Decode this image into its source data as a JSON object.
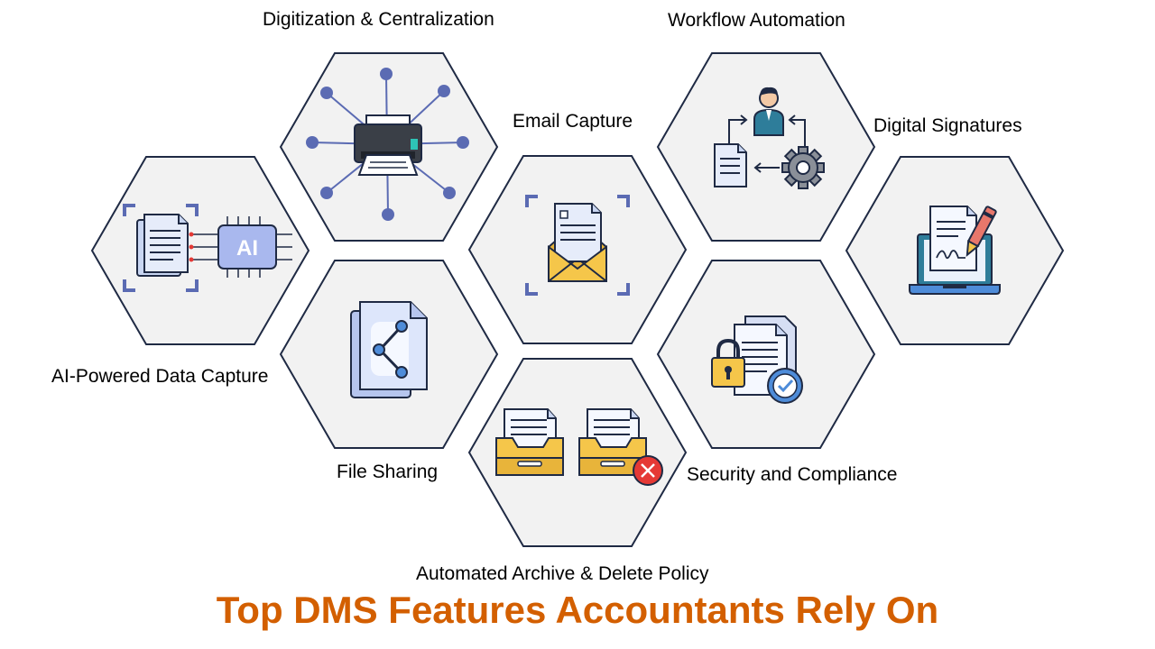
{
  "title": "Top DMS Features Accountants Rely On",
  "colors": {
    "title": "#D35F00",
    "hex_fill": "#F2F2F2",
    "hex_stroke": "#1F2A44",
    "icon_blue": "#5B6BB3",
    "icon_light_blue": "#C9D6F2",
    "icon_yellow": "#F5C64A",
    "icon_dark": "#3A3F47",
    "icon_red": "#E53935"
  },
  "features": [
    {
      "id": "ai-capture",
      "label": "AI-Powered Data Capture",
      "icon": "ai-document-icon"
    },
    {
      "id": "digitization",
      "label": "Digitization & Centralization",
      "icon": "printer-network-icon"
    },
    {
      "id": "file-sharing",
      "label": "File Sharing",
      "icon": "share-file-icon"
    },
    {
      "id": "email-capture",
      "label": "Email Capture",
      "icon": "envelope-document-icon"
    },
    {
      "id": "archive",
      "label": "Automated Archive & Delete Policy",
      "icon": "archive-tray-icon"
    },
    {
      "id": "workflow",
      "label": "Workflow Automation",
      "icon": "workflow-gear-icon"
    },
    {
      "id": "security",
      "label": "Security and Compliance",
      "icon": "lock-document-icon"
    },
    {
      "id": "signatures",
      "label": "Digital Signatures",
      "icon": "laptop-signature-icon"
    }
  ],
  "ai_badge": "AI"
}
